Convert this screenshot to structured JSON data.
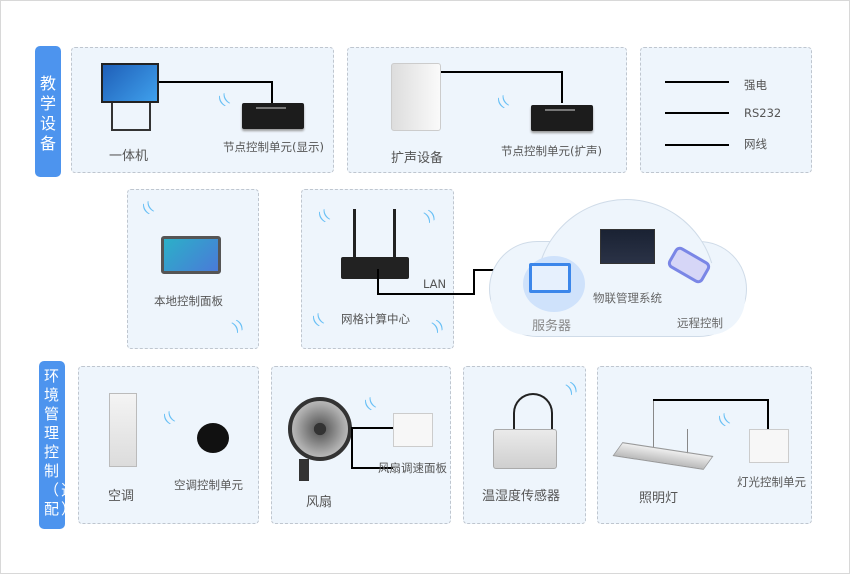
{
  "sections": {
    "teaching": "教学设备",
    "environment": "环境管理控制（选配）"
  },
  "teaching": {
    "all_in_one": "一体机",
    "node_display": "节点控制单元(显示)",
    "speaker": "扩声设备",
    "node_speaker": "节点控制单元(扩声)"
  },
  "legend": [
    {
      "label": "强电",
      "color": "#d9261c"
    },
    {
      "label": "RS232",
      "color": "#f2c440"
    },
    {
      "label": "网线",
      "color": "#3b74e0"
    }
  ],
  "middle": {
    "local_panel": "本地控制面板",
    "gateway": "网格计算中心",
    "lan": "LAN",
    "server": "服务器",
    "iot_system": "物联管理系统",
    "remote": "远程控制"
  },
  "environment": {
    "ac": "空调",
    "ac_unit": "空调控制单元",
    "fan": "风扇",
    "fan_panel": "风扇调速面板",
    "sensor": "温湿度传感器",
    "light": "照明灯",
    "light_unit": "灯光控制单元"
  }
}
